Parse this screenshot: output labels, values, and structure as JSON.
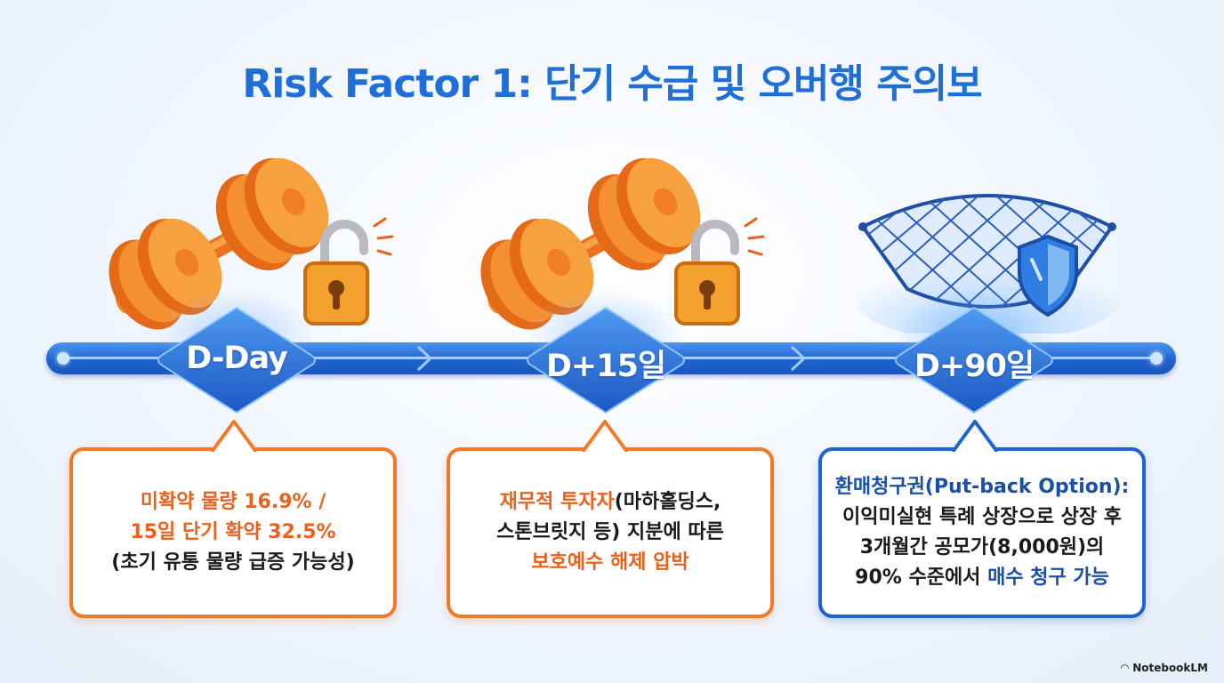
{
  "title": "Risk Factor 1: 단기 수급 및 오버행 주의보",
  "milestones": [
    {
      "label": "D-Day"
    },
    {
      "label": "D+15일"
    },
    {
      "label": "D+90일"
    }
  ],
  "cards": [
    {
      "line1": "미확약 물량 16.9% /",
      "line2": "15일 단기 확약 32.5%",
      "line3": "(초기 유통 물량 급증 가능성)"
    },
    {
      "line1_highlight": "재무적 투자자",
      "line1_rest": "(마하홀딩스,",
      "line2": "스톤브릿지 등) 지분에 따른",
      "line3": "보호예수 해제 압박"
    },
    {
      "line1": "환매청구권(Put-back Option):",
      "line2": "이익미실현 특례 상장으로 상장 후",
      "line3": "3개월간 공모가(8,000원)의",
      "line4_pre": "90% 수준에서 ",
      "line4_highlight": "매수 청구 가능"
    }
  ],
  "brand": "NotebookLM",
  "icons": [
    "dumbbell-icon",
    "unlocked-padlock-icon",
    "safety-net-icon",
    "shield-icon"
  ],
  "colors": {
    "accent_blue": "#1f63cf",
    "accent_orange": "#f07a2a",
    "title_blue": "#1f6fd6"
  }
}
